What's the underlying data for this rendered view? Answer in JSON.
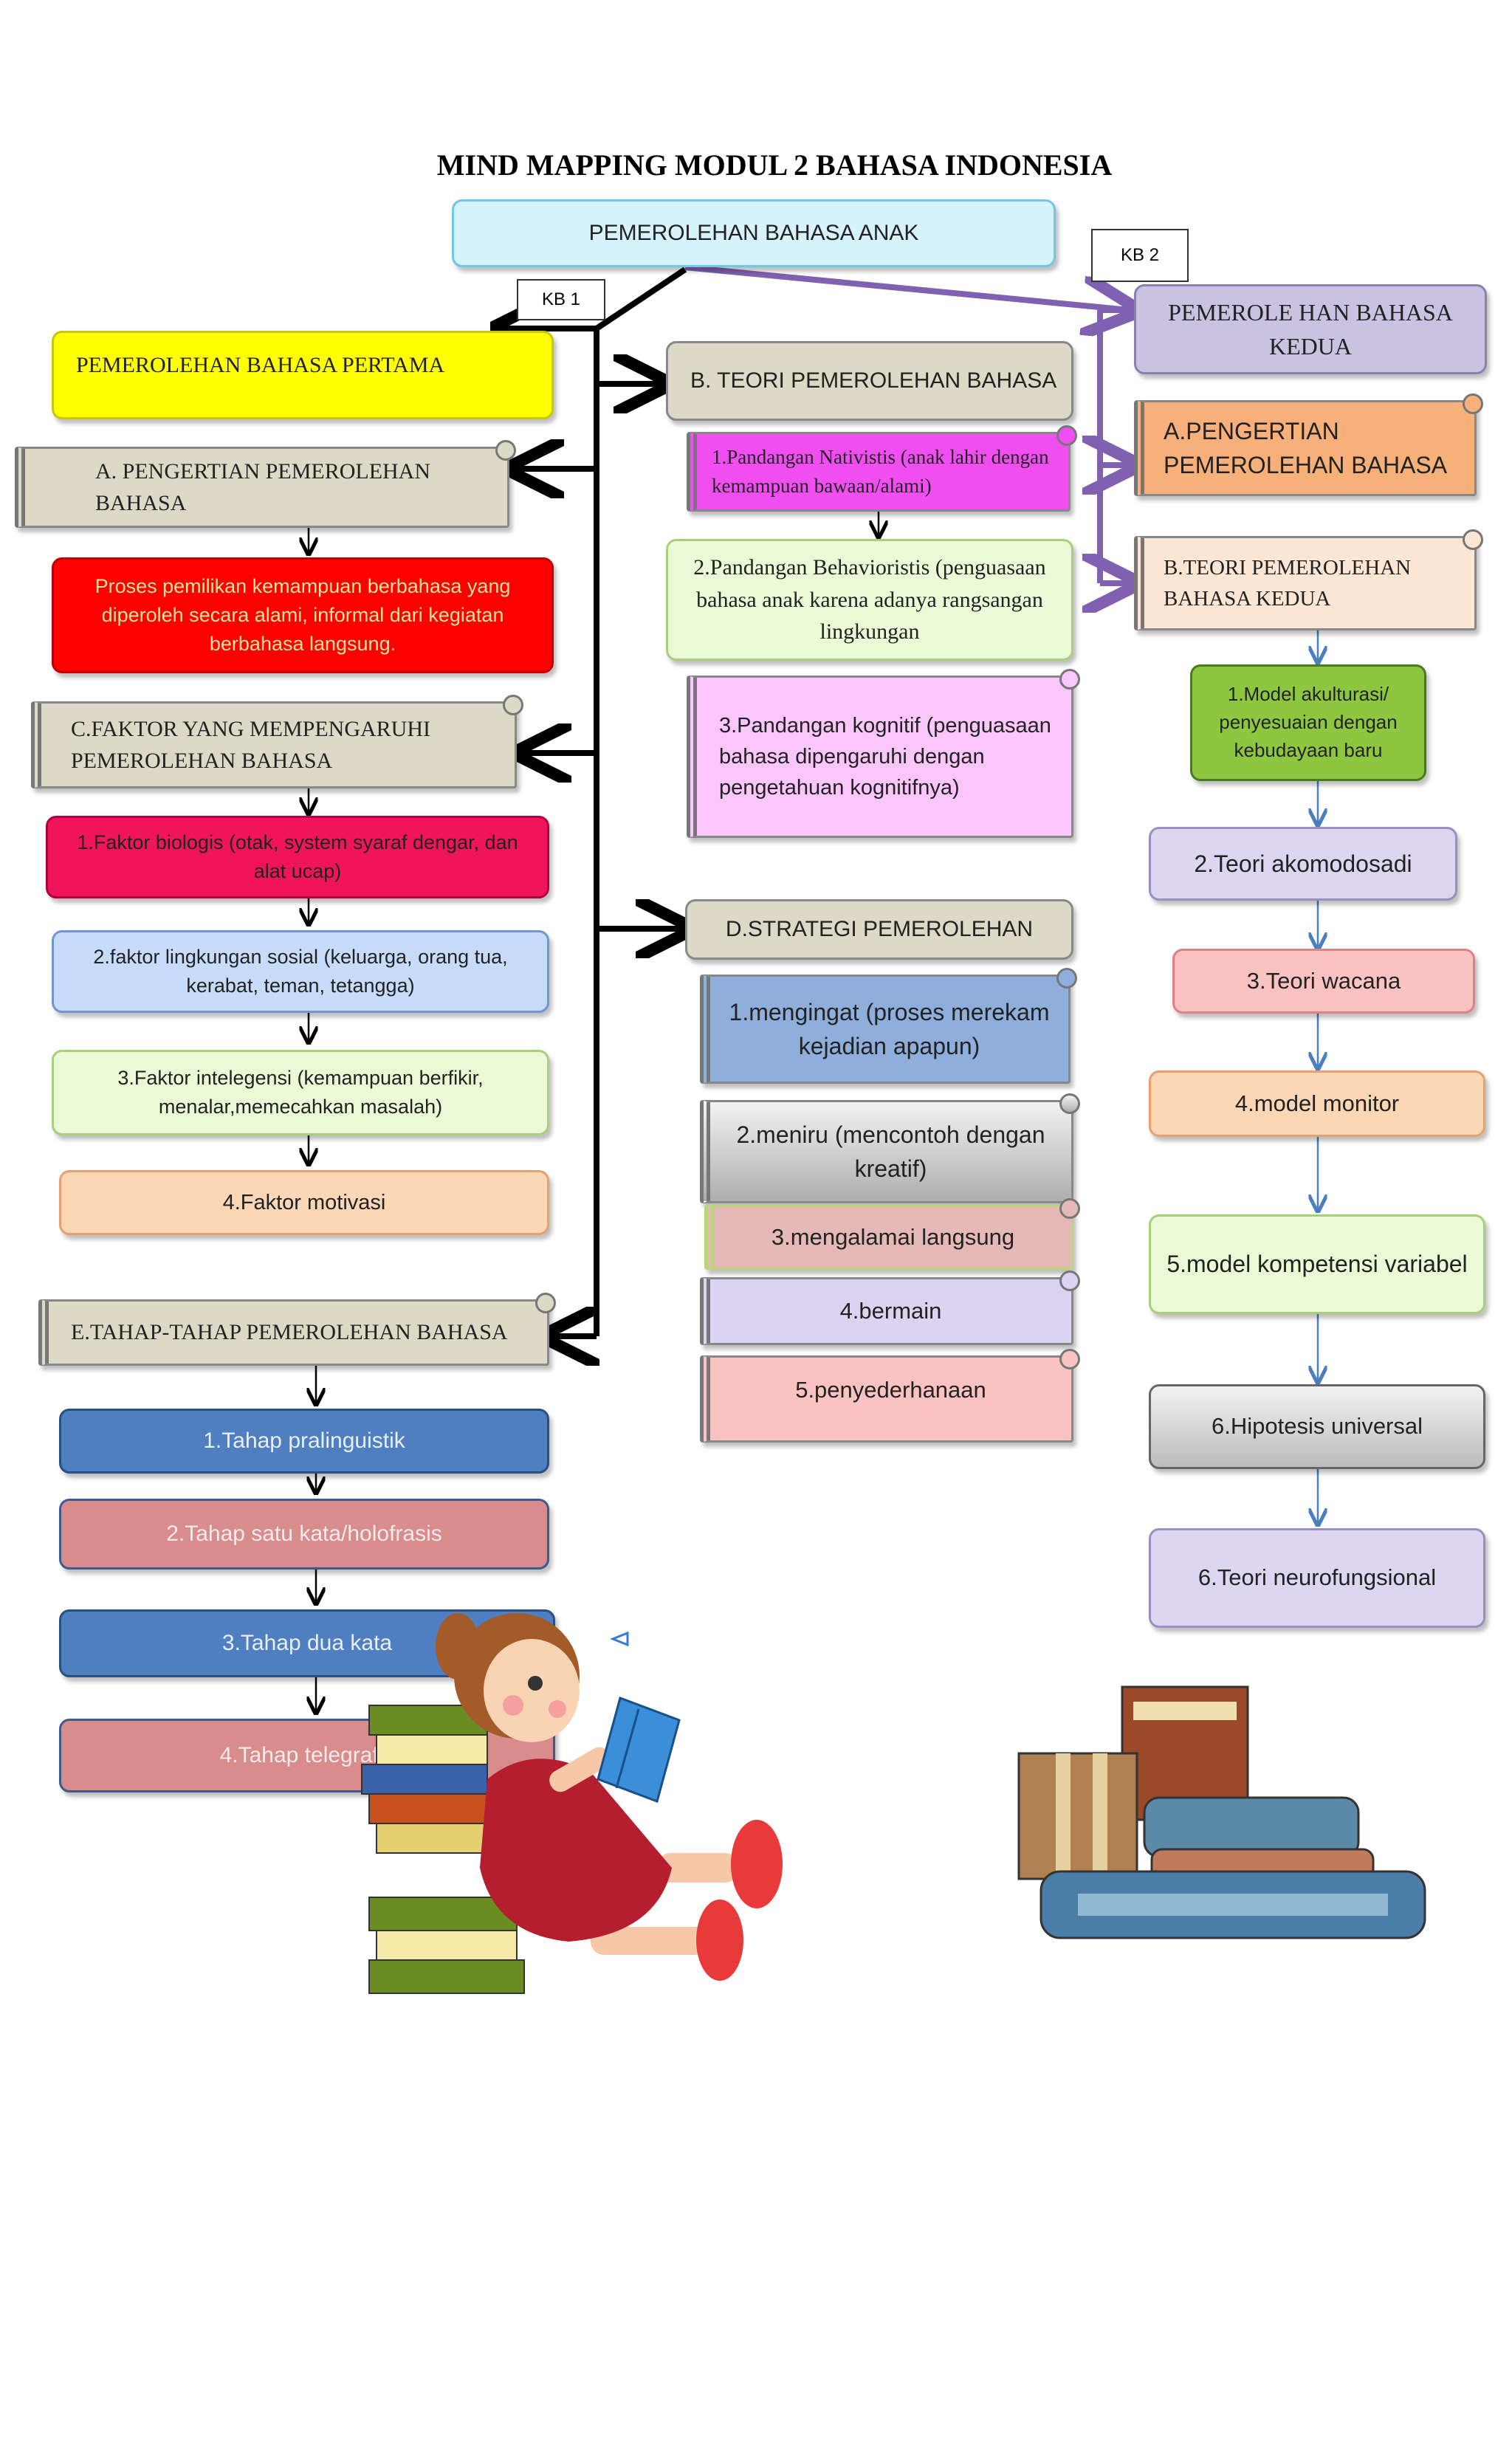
{
  "title": "MIND MAPPING MODUL 2 BAHASA INDONESIA",
  "root": "PEMEROLEHAN BAHASA ANAK",
  "kb1": "KB 1",
  "kb2": "KB 2",
  "left": {
    "main": "PEMEROLEHAN BAHASA PERTAMA",
    "pengertian_title": "A.    PENGERTIAN PEMEROLEHAN BAHASA",
    "pengertian_text": "Proses pemilikan kemampuan berbahasa yang diperoleh secara alami, informal dari kegiatan berbahasa langsung.",
    "faktor_title": "C.FAKTOR YANG MEMPENGARUHI PEMEROLEHAN BAHASA",
    "faktor": [
      "1.Faktor biologis (otak, system syaraf dengar, dan alat ucap)",
      "2.faktor lingkungan sosial (keluarga, orang tua, kerabat, teman, tetangga)",
      "3.Faktor intelegensi (kemampuan berfikir, menalar,memecahkan masalah)",
      "4.Faktor motivasi"
    ],
    "tahap_title": "E.TAHAP-TAHAP PEMEROLEHAN BAHASA",
    "tahap": [
      "1.Tahap pralinguistik",
      "2.Tahap satu kata/holofrasis",
      "3.Tahap dua kata",
      "4.Tahap telegrafis"
    ]
  },
  "middle": {
    "teori_title": "B. TEORI PEMEROLEHAN BAHASA",
    "teori": [
      "1.Pandangan Nativistis (anak lahir dengan kemampuan bawaan/alami)",
      "2.Pandangan Behavioristis (penguasaan bahasa anak karena adanya rangsangan lingkungan",
      "3.Pandangan kognitif (penguasaan bahasa dipengaruhi dengan pengetahuan kognitifnya)"
    ],
    "strategi_title": "D.STRATEGI PEMEROLEHAN",
    "strategi": [
      "1.mengingat (proses merekam kejadian apapun)",
      "2.meniru (mencontoh dengan kreatif)",
      "3.mengalamai langsung",
      "4.bermain",
      "5.penyederhanaan"
    ]
  },
  "right": {
    "main": "PEMEROLE HAN BAHASA KEDUA",
    "pengertian": "A.PENGERTIAN PEMEROLEHAN BAHASA",
    "teori_title": "B.TEORI PEMEROLEHAN BAHASA KEDUA",
    "teori": [
      "1.Model akulturasi/ penyesuaian dengan kebudayaan baru",
      "2.Teori akomodosadi",
      "3.Teori wacana",
      "4.model monitor",
      "5.model kompetensi variabel",
      "6.Hipotesis universal",
      "6.Teori neurofungsional"
    ]
  },
  "colors": {
    "root": "#d6f2fb",
    "yellow": "#ffff00",
    "red": "#ff0000",
    "pink": "#f0145a",
    "magenta": "#f04ef0",
    "lavender": "#c9c2e0",
    "khaki": "#dcdac6",
    "orange": "#f8b07a",
    "green": "#8dc63f",
    "blue": "#4f7fc0",
    "rose": "#d98c8c"
  }
}
